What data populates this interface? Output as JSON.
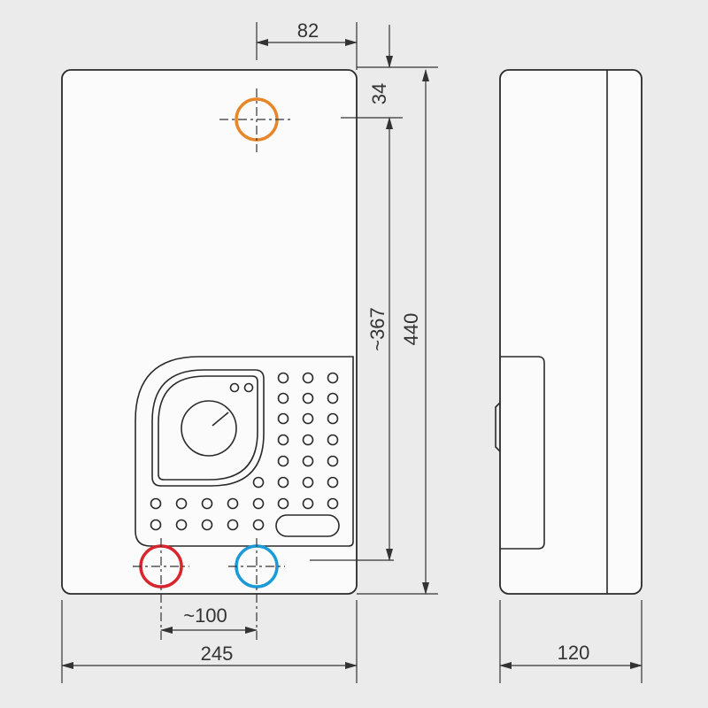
{
  "dimensions": {
    "top_offset": "82",
    "top_vertical": "34",
    "pipe_distance_vertical": "~367",
    "height": "440",
    "pipe_spacing": "~100",
    "width": "245",
    "depth": "120"
  },
  "colors": {
    "outlet_hot": "#e8862a",
    "inlet_hot": "#d9262e",
    "inlet_cold": "#1a9ad8",
    "background": "#ebebeb"
  }
}
